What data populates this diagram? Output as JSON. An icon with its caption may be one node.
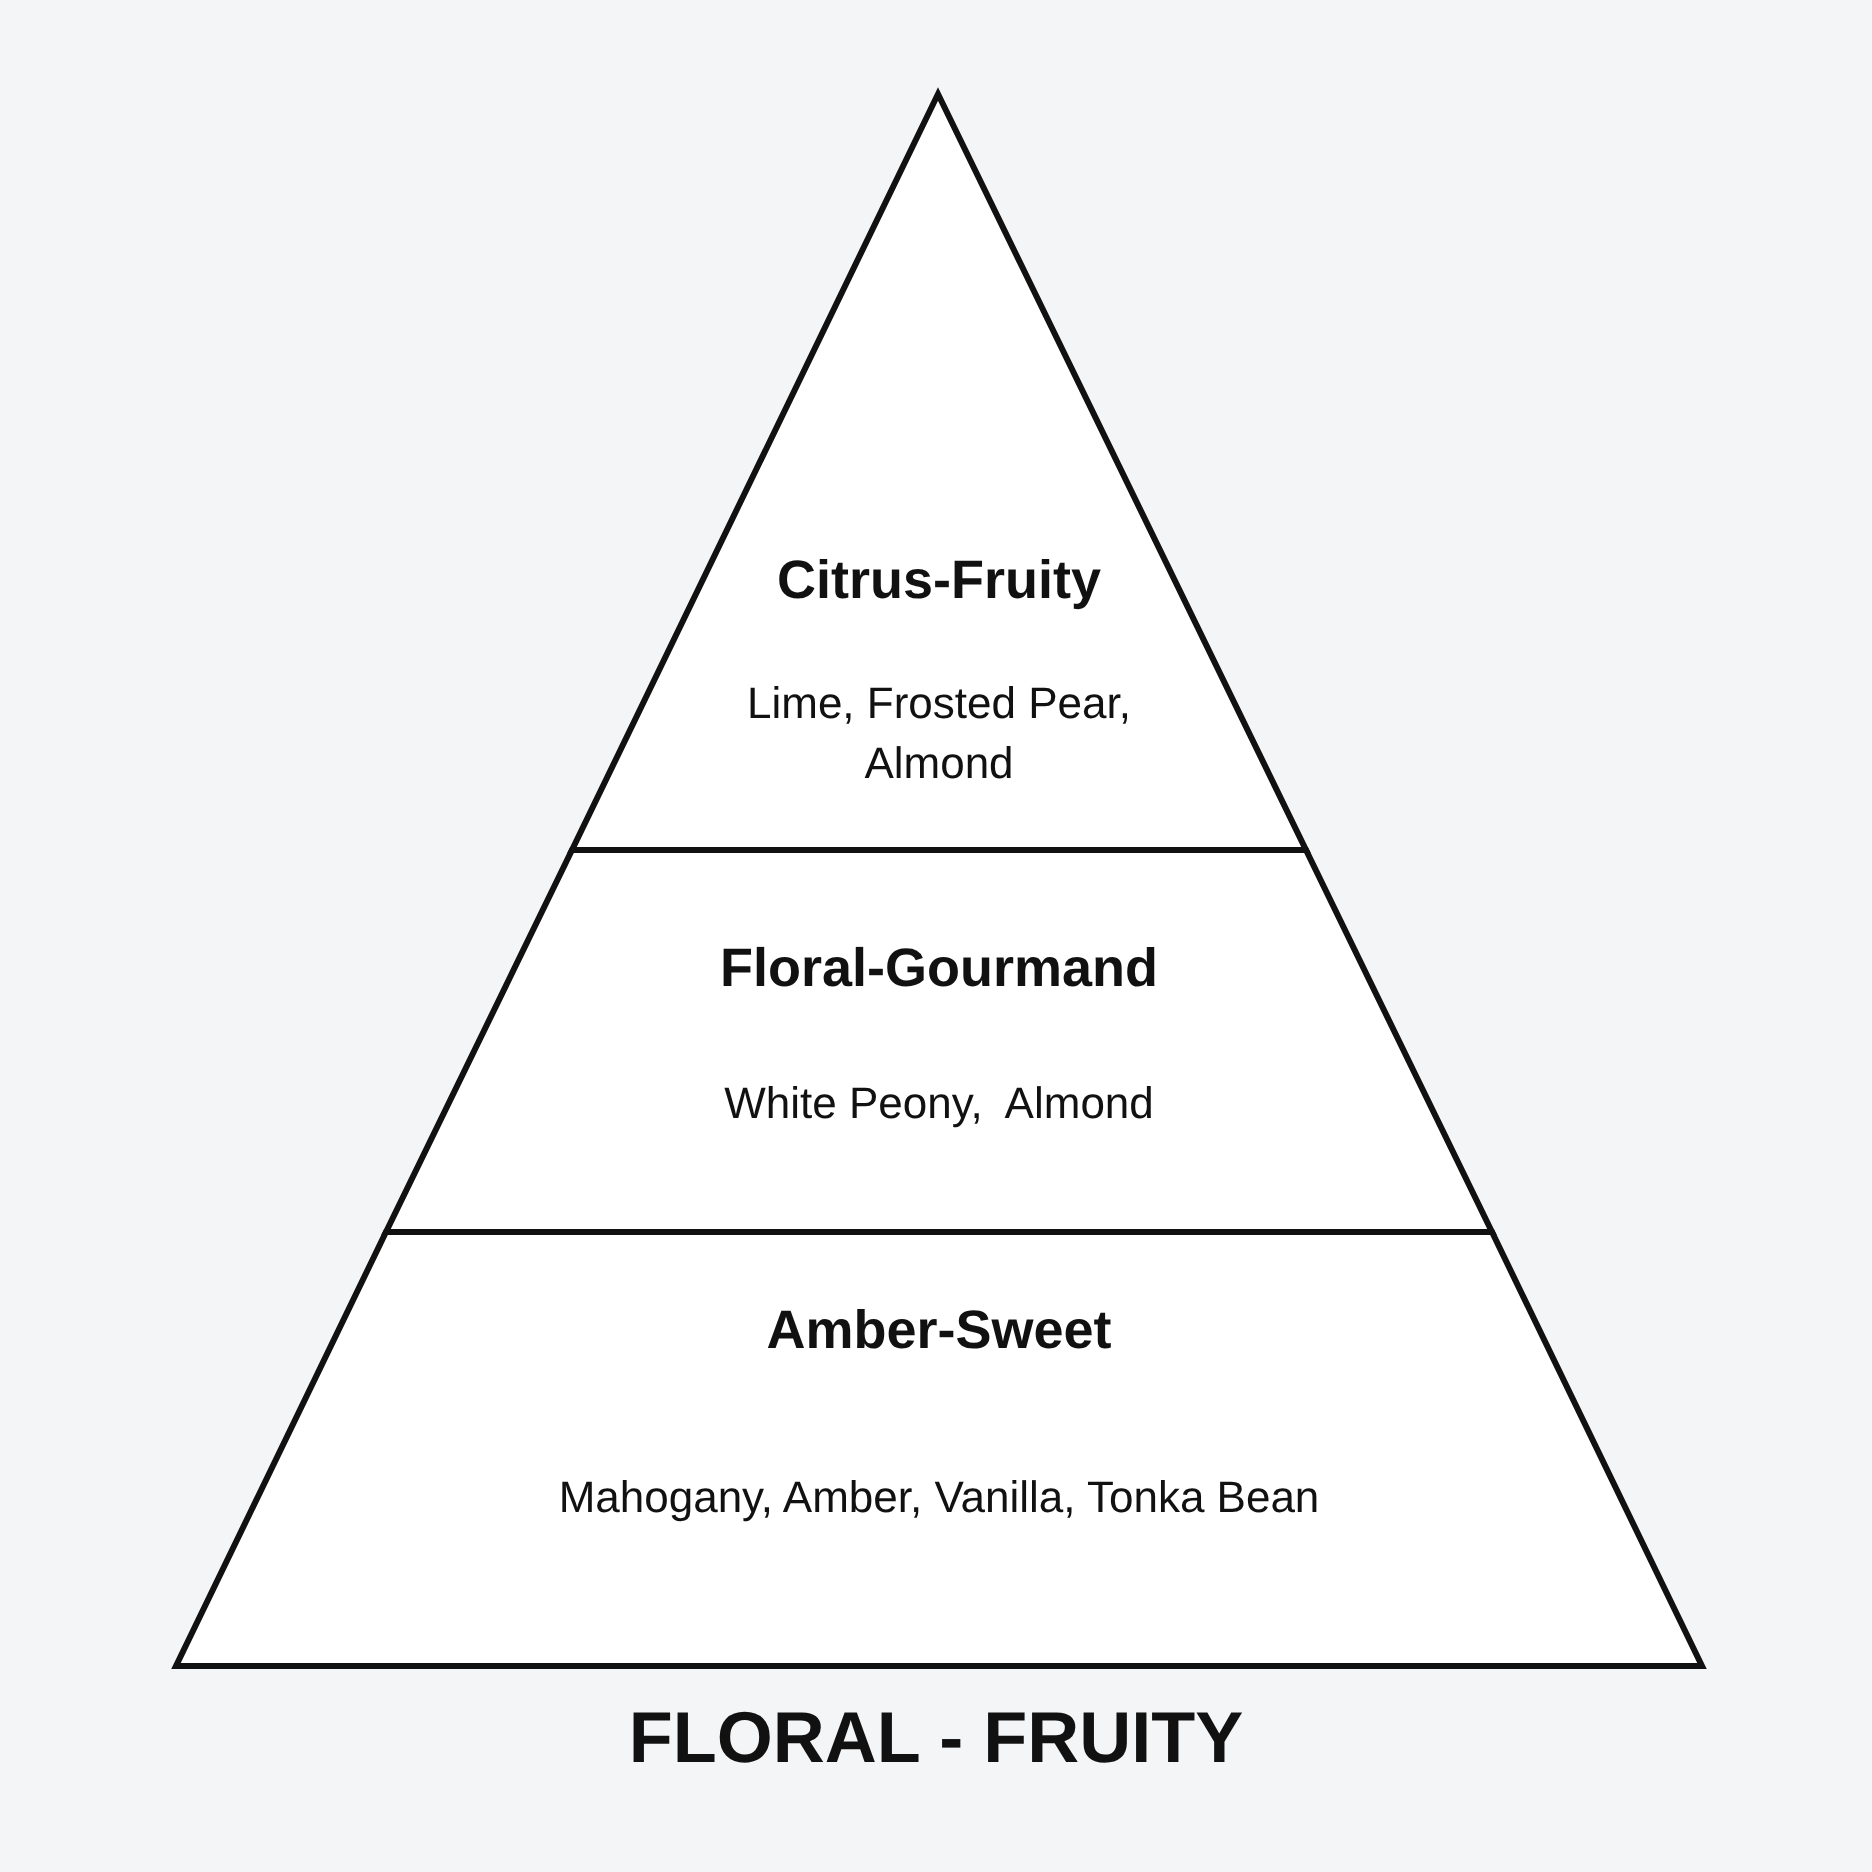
{
  "diagram": {
    "caption": "FLORAL - FRUITY",
    "nodes": [
      {
        "text": [
          "Citrus-Fruity",
          "Lime, Frosted Pear, Almond"
        ]
      },
      {
        "text": [
          "Floral-Gourmand",
          "White Peony,  Almond"
        ]
      },
      {
        "text": [
          "Amber-Sweet",
          "Mahogany, Amber, Vanilla, Tonka Bean"
        ]
      }
    ],
    "edges": []
  }
}
